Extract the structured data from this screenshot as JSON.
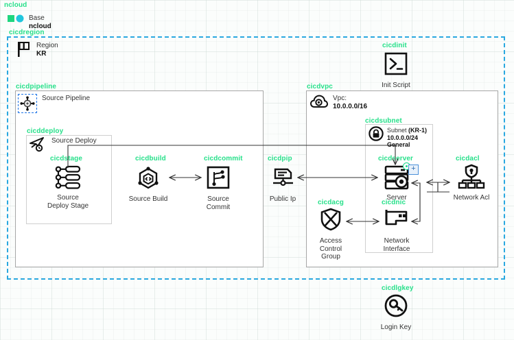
{
  "diagram": {
    "root_label": "ncloud",
    "accent_green": "#27e08a",
    "dashed_blue": "#29a8e0",
    "groups": {
      "region": "cicdregion",
      "pipeline": "cicdpipeline",
      "deploy": "cicddeploy",
      "stage": "cicdstage",
      "build": "cicdbuild",
      "commit": "cicdcommit",
      "pip": "cicdpip",
      "vpc": "cicdvpc",
      "subnet": "cicdsubnet",
      "server": "cicdserver",
      "nic": "cicdnic",
      "acg": "cicdacg",
      "acl": "cicdacl",
      "init": "cicdinit",
      "lgkey": "cicdlgkey"
    },
    "nodes": {
      "base": {
        "title": "Base",
        "value": "ncloud",
        "icon": "ncloud-icon"
      },
      "region": {
        "title": "Region",
        "value": "KR",
        "icon": "flag-icon"
      },
      "pipeline": {
        "title": "Source Pipeline",
        "icon": "source-pipeline-icon"
      },
      "deploy": {
        "title": "Source Deploy",
        "icon": "source-deploy-icon"
      },
      "stage": {
        "caption": "Source\nDeploy Stage",
        "icon": "stage-icon"
      },
      "build": {
        "caption": "Source Build",
        "icon": "source-build-icon"
      },
      "commit": {
        "caption": "Source\nCommit",
        "icon": "source-commit-icon"
      },
      "pip": {
        "caption": "Public Ip",
        "icon": "public-ip-icon"
      },
      "vpc": {
        "title": "Vpc:",
        "value": "10.0.0.0/16",
        "icon": "vpc-cloud-icon"
      },
      "subnet": {
        "title": "Subnet",
        "zone": "(KR-1)",
        "cidr": "10.0.0.0/24",
        "kind": "General",
        "icon": "subnet-lock-icon"
      },
      "server": {
        "caption": "Server",
        "icon": "server-icon",
        "badge": "+"
      },
      "nic": {
        "caption": "Network\nInterface",
        "icon": "network-interface-icon"
      },
      "acg": {
        "caption": "Access\nControl\nGroup",
        "icon": "access-control-group-icon"
      },
      "acl": {
        "caption": "Network Acl",
        "icon": "network-acl-icon"
      },
      "init": {
        "caption": "Init Script",
        "icon": "init-script-icon"
      },
      "lgkey": {
        "caption": "Login Key",
        "icon": "login-key-icon"
      }
    }
  }
}
